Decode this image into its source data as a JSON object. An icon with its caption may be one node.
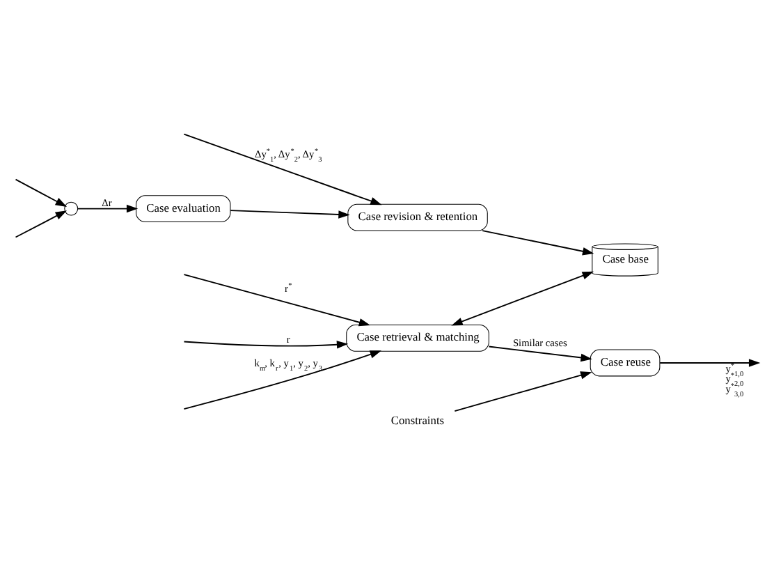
{
  "diagram": {
    "nodes": [
      {
        "text": [
          "Case retrieval & matching"
        ]
      },
      {
        "text": [
          "Case base"
        ]
      },
      {
        "text": [
          "Case evaluation"
        ]
      },
      {
        "text": [
          "Case revision & retention"
        ]
      },
      {
        "text": [
          "Case reuse"
        ]
      },
      {
        "text": [],
        "shape": "circle"
      },
      {
        "text": [
          "Constraints"
        ]
      }
    ],
    "edges": [
      {
        "from": null,
        "to": 0,
        "arrow": "to",
        "label": "k$_{m}$, k$_{r}$, y$_{1}$, y$_{2}$, y$_{3}$"
      },
      {
        "from": null,
        "to": 0,
        "arrow": "to",
        "label": "r$^{*}$"
      },
      {
        "from": null,
        "to": 0,
        "arrow": "to",
        "label": "r"
      },
      {
        "from": null,
        "to": 5,
        "arrow": "to"
      },
      {
        "from": null,
        "to": 5,
        "arrow": "to"
      },
      {
        "from": 5,
        "to": 2,
        "arrow": "to",
        "label": "Δr"
      },
      {
        "from": 0,
        "to": 1,
        "arrow": "both"
      },
      {
        "from": 0,
        "to": 4,
        "arrow": "to",
        "label": "Similar cases"
      },
      {
        "from": 4,
        "to": null,
        "arrow": "to",
        "label": "y$^{*}$$_{1,0}$ y$^{*}$$_{2,0}$ y$^{*}$$_{3,0}$"
      },
      {
        "from": 2,
        "to": 3,
        "arrow": "to"
      },
      {
        "from": null,
        "to": 3,
        "arrow": "to",
        "label": "Δy$^{*}$$_{1}$, Δy$^{*}$$_{2}$, Δy$^{*}$$_{3}$"
      },
      {
        "from": 3,
        "to": 1,
        "arrow": "to"
      },
      {
        "from": 6,
        "to": 4,
        "arrow": "to"
      }
    ]
  }
}
